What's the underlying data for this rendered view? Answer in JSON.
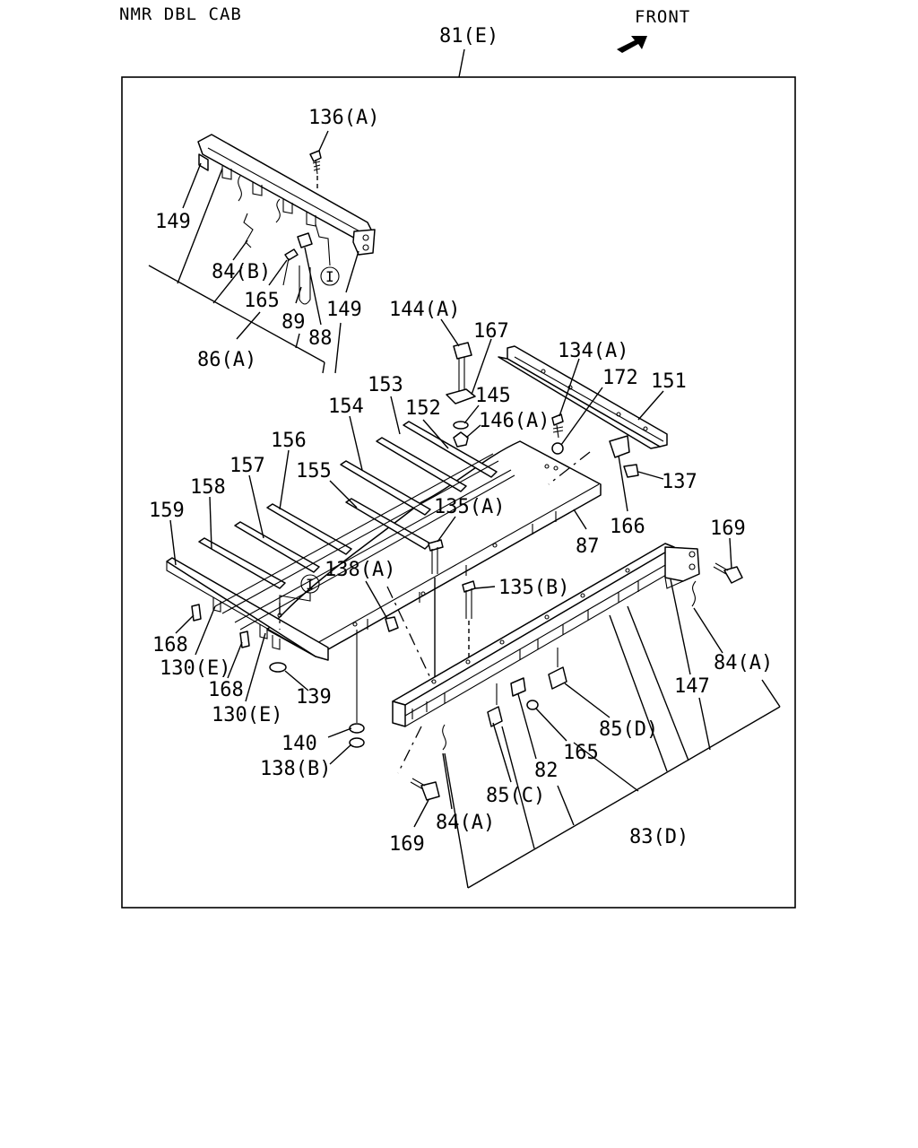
{
  "header": {
    "model": "NMR DBL CAB",
    "direction": "FRONT",
    "assembly_ref": "81(E)"
  },
  "callouts": {
    "c136A": "136(A)",
    "c149a": "149",
    "c149b": "149",
    "c84B": "84(B)",
    "c165a": "165",
    "c89": "89",
    "c88": "88",
    "c86A": "86(A)",
    "c144A": "144(A)",
    "c167": "167",
    "c134A": "134(A)",
    "c172": "172",
    "c151": "151",
    "c153": "153",
    "c154": "154",
    "c152": "152",
    "c145": "145",
    "c146A": "146(A)",
    "c137": "137",
    "c156": "156",
    "c157": "157",
    "c155": "155",
    "c158": "158",
    "c159": "159",
    "c135A": "135(A)",
    "c166": "166",
    "c87": "87",
    "c169a": "169",
    "c138A": "138(A)",
    "c135B": "135(B)",
    "c168a": "168",
    "c130Ea": "130(E)",
    "c168b": "168",
    "c84Aa": "84(A)",
    "c147": "147",
    "c139": "139",
    "c130Eb": "130(E)",
    "c85D": "85(D)",
    "c140": "140",
    "c165b": "165",
    "c138B": "138(B)",
    "c82": "82",
    "c85C": "85(C)",
    "c84Ab": "84(A)",
    "c83D": "83(D)",
    "c169b": "169"
  },
  "markers": {
    "connector_a": "I",
    "connector_b": "I"
  }
}
